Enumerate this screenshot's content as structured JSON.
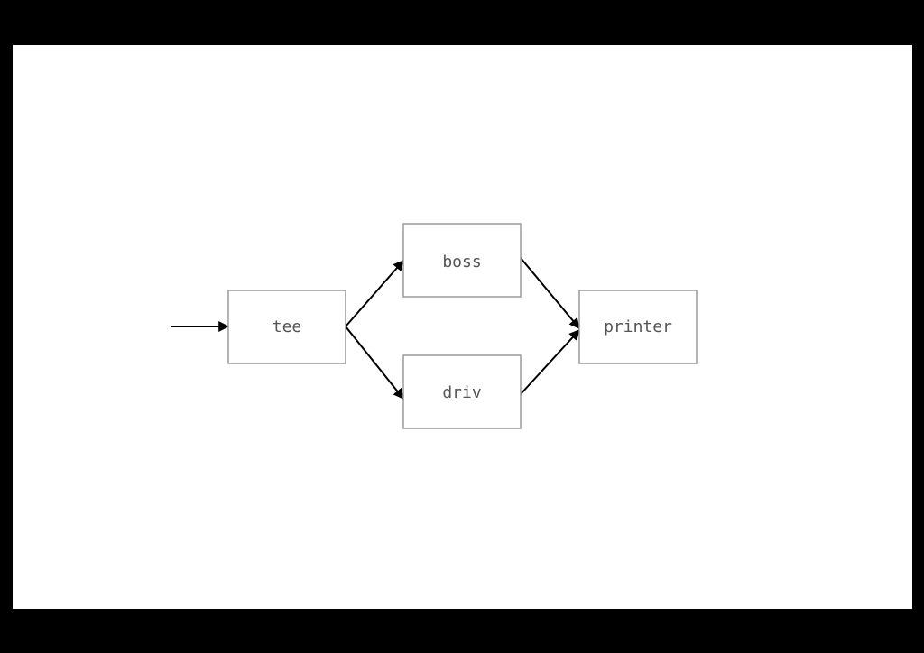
{
  "diagram": {
    "nodes": [
      {
        "id": "tee",
        "label": "tee"
      },
      {
        "id": "boss",
        "label": "boss"
      },
      {
        "id": "driv",
        "label": "driv"
      },
      {
        "id": "printer",
        "label": "printer"
      }
    ],
    "edges": [
      {
        "from": "input",
        "to": "tee"
      },
      {
        "from": "tee",
        "to": "boss"
      },
      {
        "from": "tee",
        "to": "driv"
      },
      {
        "from": "boss",
        "to": "printer"
      },
      {
        "from": "driv",
        "to": "printer"
      }
    ],
    "colors": {
      "frame": "#000000",
      "background": "#ffffff",
      "box_stroke": "#9a9a9a",
      "label": "#555555",
      "edge": "#000000"
    }
  }
}
